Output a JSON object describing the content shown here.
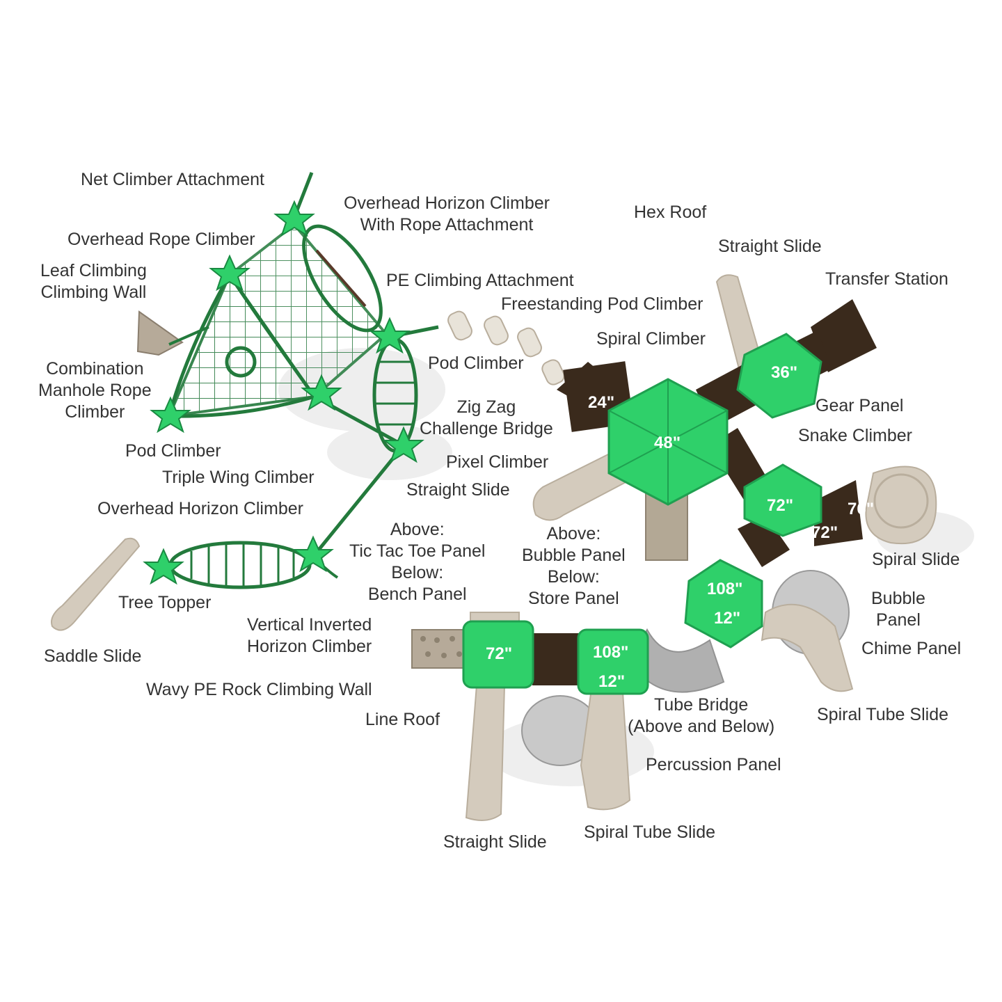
{
  "labels": {
    "net_climber_attachment": "Net Climber Attachment",
    "overhead_rope_climber": "Overhead Rope Climber",
    "leaf_climbing_wall": [
      "Leaf Climbing",
      "Climbing Wall"
    ],
    "combination_manhole": [
      "Combination",
      "Manhole Rope",
      "Climber"
    ],
    "pod_climber_left": "Pod Climber",
    "triple_wing_climber": "Triple Wing Climber",
    "overhead_horizon_climber": "Overhead Horizon Climber",
    "tree_topper": "Tree Topper",
    "saddle_slide": "Saddle Slide",
    "vertical_inverted": [
      "Vertical Inverted",
      "Horizon Climber"
    ],
    "wavy_pe_rock": "Wavy PE Rock Climbing Wall",
    "line_roof": "Line Roof",
    "overhead_horizon_rope": [
      "Overhead Horizon Climber",
      "With Rope Attachment"
    ],
    "pe_climbing_attachment": "PE Climbing Attachment",
    "freestanding_pod_climber": "Freestanding Pod Climber",
    "pod_climber_mid": "Pod Climber",
    "zig_zag": [
      "Zig Zag",
      "Challenge Bridge"
    ],
    "pixel_climber": "Pixel Climber",
    "straight_slide_mid": "Straight Slide",
    "tic_tac_toe": [
      "Above:",
      "Tic Tac Toe Panel",
      "Below:",
      "Bench Panel"
    ],
    "bubble_store": [
      "Above:",
      "Bubble Panel",
      "Below:",
      "Store Panel"
    ],
    "hex_roof": "Hex Roof",
    "straight_slide_top": "Straight Slide",
    "transfer_station": "Transfer Station",
    "spiral_climber": "Spiral Climber",
    "gear_panel": "Gear Panel",
    "snake_climber": "Snake Climber",
    "spiral_slide": "Spiral Slide",
    "bubble_panel": [
      "Bubble",
      "Panel"
    ],
    "chime_panel": "Chime Panel",
    "spiral_tube_slide_right": "Spiral Tube Slide",
    "tube_bridge": [
      "Tube Bridge",
      "(Above and Below)"
    ],
    "percussion_panel": "Percussion Panel",
    "straight_slide_bottom": "Straight Slide",
    "spiral_tube_slide_bottom": "Spiral Tube Slide"
  },
  "heights": {
    "h24": "24\"",
    "h48": "48\"",
    "h36": "36\"",
    "h72a": "72\"",
    "h72b": "72\"",
    "h76": "76\"",
    "h108a": "108\"",
    "h12a": "12\"",
    "h72c": "72\"",
    "h108b": "108\"",
    "h12b": "12\""
  },
  "colors": {
    "deck_green": "#2fd06a",
    "net_green": "#237a3c",
    "deck_brown": "#3a2a1c",
    "slide_beige": "#d4cbbd",
    "tube_gray": "#a8a8a8",
    "label_text": "#333333"
  }
}
